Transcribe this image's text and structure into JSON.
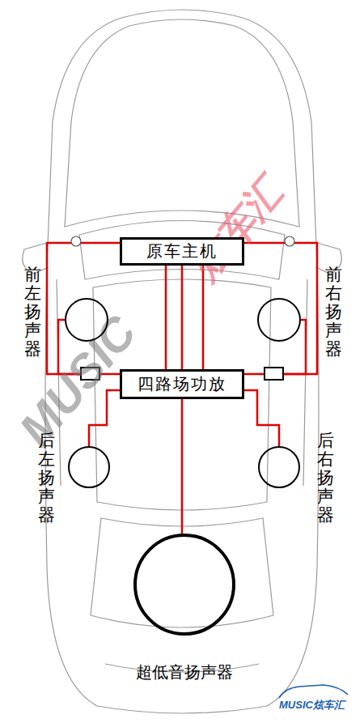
{
  "diagram": {
    "nodes": [
      {
        "text": [
          "原车主机"
        ]
      },
      {
        "text": [
          "四路场功放"
        ]
      },
      {
        "text": [
          "前左扬声器"
        ]
      },
      {
        "text": [
          "前右扬声器"
        ]
      },
      {
        "text": [
          "后左扬声器"
        ]
      },
      {
        "text": [
          "后右扬声器"
        ]
      },
      {
        "text": [
          "超低音扬声器"
        ]
      }
    ],
    "edges": [
      {
        "from": 0,
        "to": 1,
        "arrow": "none"
      },
      {
        "from": 1,
        "to": 2,
        "arrow": "none"
      },
      {
        "from": 1,
        "to": 3,
        "arrow": "none"
      },
      {
        "from": 1,
        "to": 4,
        "arrow": "none"
      },
      {
        "from": 1,
        "to": 5,
        "arrow": "none"
      },
      {
        "from": 1,
        "to": 6,
        "arrow": "none"
      }
    ],
    "labels": [
      "MUSIC",
      "炫车汇",
      "MUSIC炫车汇"
    ]
  }
}
